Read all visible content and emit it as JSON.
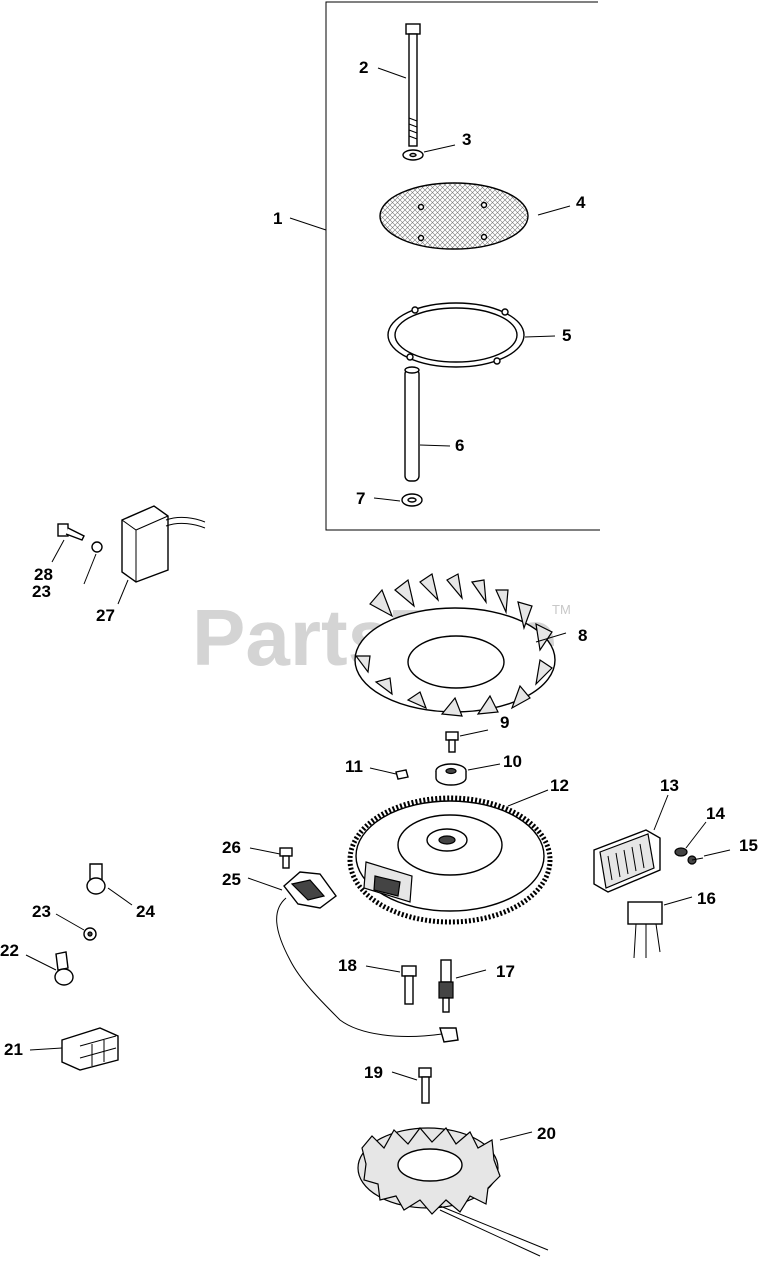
{
  "watermark": {
    "text": "PartsTree",
    "trademark": "TM"
  },
  "callouts": [
    {
      "id": "1",
      "label": "1"
    },
    {
      "id": "2",
      "label": "2"
    },
    {
      "id": "3",
      "label": "3"
    },
    {
      "id": "4",
      "label": "4"
    },
    {
      "id": "5",
      "label": "5"
    },
    {
      "id": "6",
      "label": "6"
    },
    {
      "id": "7",
      "label": "7"
    },
    {
      "id": "8",
      "label": "8"
    },
    {
      "id": "9",
      "label": "9"
    },
    {
      "id": "10",
      "label": "10"
    },
    {
      "id": "11",
      "label": "11"
    },
    {
      "id": "12",
      "label": "12"
    },
    {
      "id": "13",
      "label": "13"
    },
    {
      "id": "14",
      "label": "14"
    },
    {
      "id": "15",
      "label": "15"
    },
    {
      "id": "16",
      "label": "16"
    },
    {
      "id": "17",
      "label": "17"
    },
    {
      "id": "18",
      "label": "18"
    },
    {
      "id": "19",
      "label": "19"
    },
    {
      "id": "20",
      "label": "20"
    },
    {
      "id": "21",
      "label": "21"
    },
    {
      "id": "22",
      "label": "22"
    },
    {
      "id": "23a",
      "label": "23"
    },
    {
      "id": "23b",
      "label": "23"
    },
    {
      "id": "24",
      "label": "24"
    },
    {
      "id": "25",
      "label": "25"
    },
    {
      "id": "26",
      "label": "26"
    },
    {
      "id": "27",
      "label": "27"
    },
    {
      "id": "28",
      "label": "28"
    }
  ],
  "colors": {
    "line": "#000000",
    "watermark": "#d4d4d4",
    "background": "#ffffff"
  }
}
